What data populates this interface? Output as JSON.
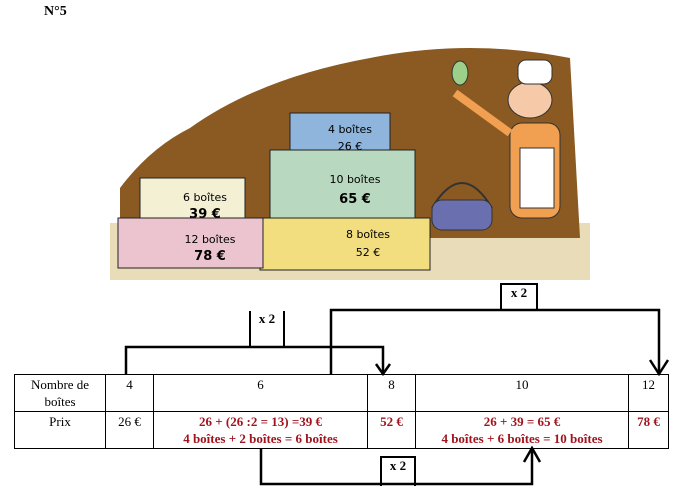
{
  "title": "N°5",
  "illustration": {
    "boxes": [
      {
        "qty": "4 boîtes",
        "price": "26 €",
        "color": "#8fb5dd"
      },
      {
        "qty": "10 boîtes",
        "price": "65 €",
        "color": "#b9d8c0"
      },
      {
        "qty": "8 boîtes",
        "price": "52 €",
        "color": "#f3de7f"
      },
      {
        "qty": "6 boîtes",
        "price": "39 €",
        "color": "#f4f0d4"
      },
      {
        "qty": "12 boîtes",
        "price": "78 €",
        "color": "#ecc4cf"
      }
    ]
  },
  "table": {
    "row1": [
      "Nombre de boîtes",
      "4",
      "6",
      "8",
      "10",
      "12"
    ],
    "row2": {
      "label": "Prix",
      "c1": "26 €",
      "c2a": "26 + (26 :2 = 13) =39 €",
      "c2b": "4 boîtes + 2 boîtes = 6 boîtes",
      "c3": "52 €",
      "c4a": "26 + 39 = 65 €",
      "c4b": "4 boîtes + 6 boîtes = 10 boîtes",
      "c5": "78 €"
    }
  },
  "arrows": {
    "label1": "x 2",
    "label2": "x 2",
    "label3": "x 2"
  }
}
